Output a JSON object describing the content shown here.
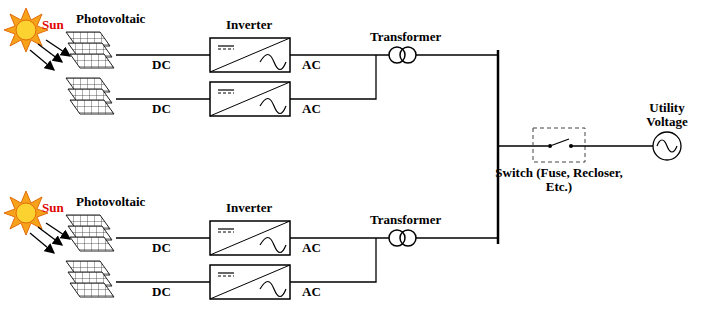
{
  "diagram": {
    "labels": [
      "Sun",
      "Photovoltaic",
      "Inverter",
      "DC",
      "AC",
      "Transformer",
      "DC",
      "AC",
      "Utility Voltage",
      "Switch (Fuse, Recloser, Etc.)",
      "Sun",
      "Photovoltaic",
      "Inverter",
      "DC",
      "AC",
      "Transformer",
      "DC",
      "AC"
    ]
  }
}
